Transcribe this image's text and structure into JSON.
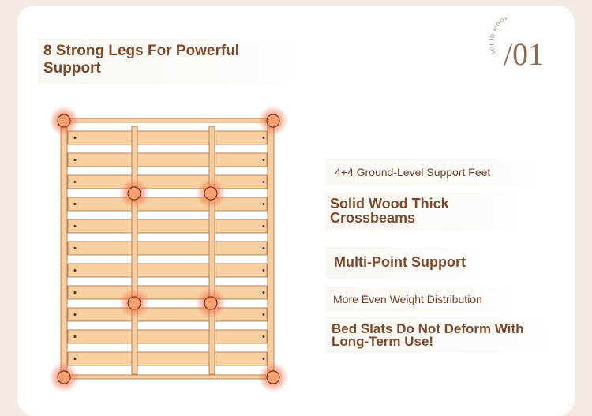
{
  "title": "8 Strong Legs For Powerful Support",
  "badge": {
    "arc_text": "SOLID WOOD BED",
    "number": "/01"
  },
  "features": [
    "4+4 Ground-Level Support Feet",
    "Solid Wood Thick Crossbeams",
    "Multi-Point Support",
    "More Even Weight Distribution",
    "Bed Slats Do Not Deform With Long-Term Use!"
  ],
  "diagram": {
    "slat_count": 11,
    "support_leg_count": 8,
    "colors": {
      "wood": "#f8cfa1",
      "wood_outline": "#b8835a",
      "leg_glow": "#f0623a",
      "leg_core": "#f9a070"
    }
  }
}
